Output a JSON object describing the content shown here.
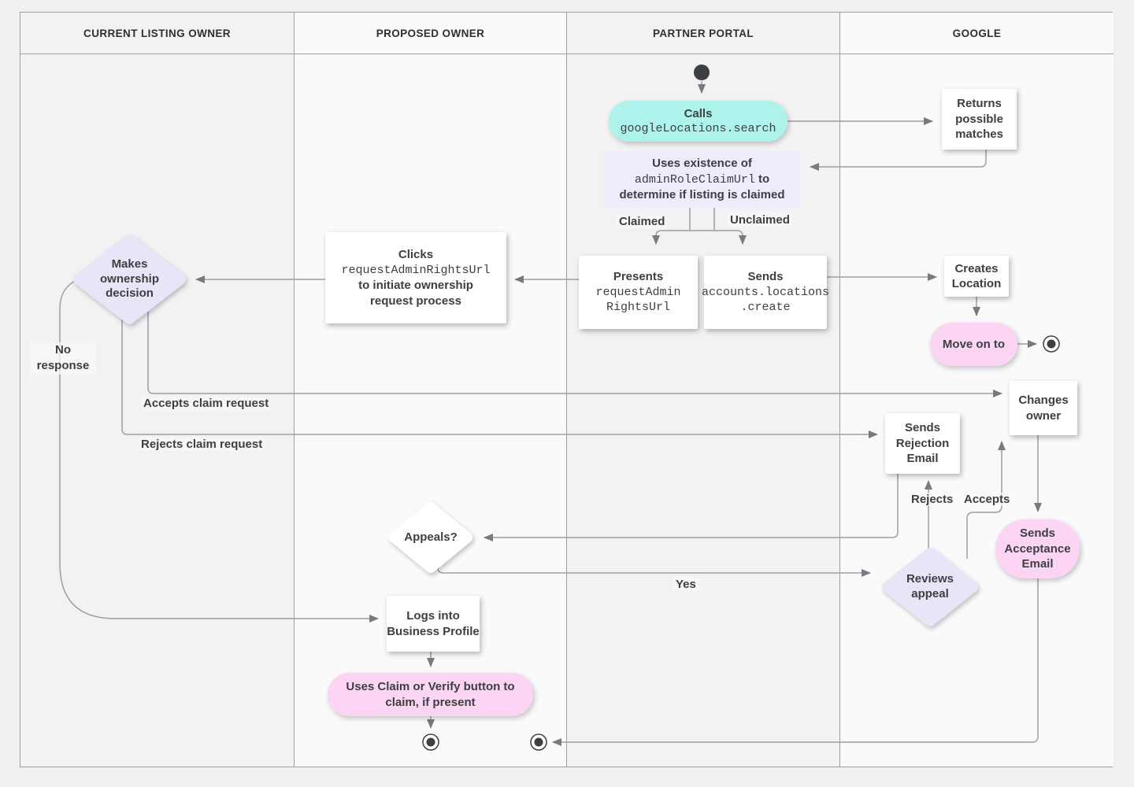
{
  "lanes": [
    {
      "label": "CURRENT LISTING OWNER"
    },
    {
      "label": "PROPOSED OWNER"
    },
    {
      "label": "PARTNER PORTAL"
    },
    {
      "label": "GOOGLE"
    }
  ],
  "nodes": {
    "calls": {
      "title": "Calls",
      "code": "googleLocations.search"
    },
    "returns_matches": {
      "label": "Returns possible matches"
    },
    "uses_existence": {
      "line1": "Uses existence of",
      "code": "adminRoleClaimUrl",
      "line2_suffix": " to",
      "line3": "determine if listing is claimed"
    },
    "presents": {
      "title": "Presents",
      "code_line1": "requestAdmin",
      "code_line2": "RightsUrl"
    },
    "sends_create": {
      "title": "Sends",
      "code_line1": "accounts.locations",
      "code_line2": ".create"
    },
    "clicks": {
      "title": "Clicks",
      "code": "requestAdminRightsUrl",
      "line2": "to initiate ownership",
      "line3": "request process"
    },
    "makes_decision": {
      "label": "Makes ownership decision"
    },
    "creates_location": {
      "label": "Creates Location"
    },
    "move_on": {
      "label": "Move on to"
    },
    "changes_owner": {
      "label": "Changes owner"
    },
    "sends_rejection": {
      "label": "Sends Rejection Email"
    },
    "reviews_appeal": {
      "label": "Reviews appeal"
    },
    "sends_acceptance": {
      "label": "Sends Acceptance Email"
    },
    "appeals": {
      "label": "Appeals?"
    },
    "logs_into": {
      "label": "Logs into Business Profile"
    },
    "uses_claim_verify": {
      "label": "Uses Claim or Verify button to claim, if present"
    }
  },
  "edge_labels": {
    "claimed": "Claimed",
    "unclaimed": "Unclaimed",
    "accepts_claim": "Accepts claim request",
    "rejects_claim": "Rejects claim request",
    "no_response": "No response",
    "rejects": "Rejects",
    "accepts": "Accepts",
    "yes": "Yes"
  },
  "colors": {
    "teal": "#aef2ec",
    "pink": "#fbd5f3",
    "lavender": "#e9e4f7",
    "note": "#efebfa",
    "line": "#9aa0a6",
    "arrow": "#757b81"
  }
}
